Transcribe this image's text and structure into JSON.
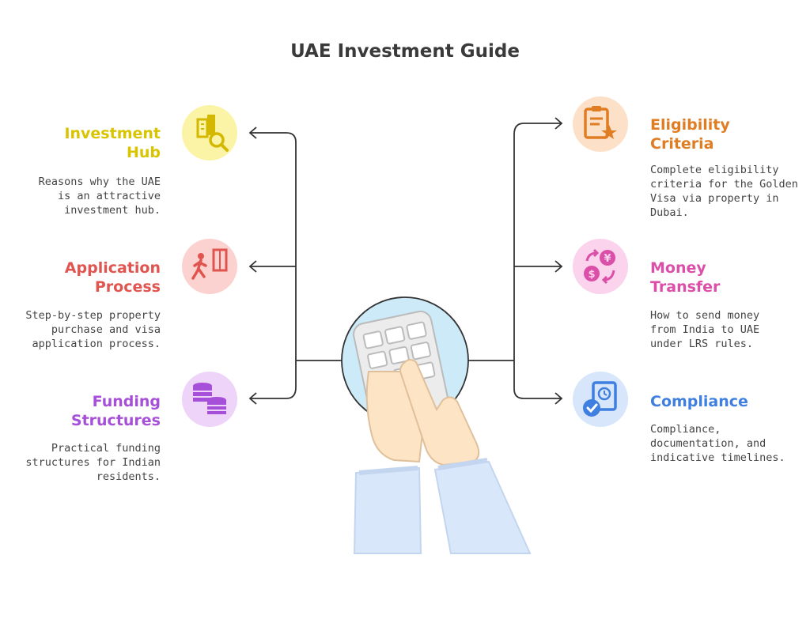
{
  "title": "UAE Investment Guide",
  "items": [
    {
      "heading_line1": "Investment",
      "heading_line2": "Hub",
      "desc_lines": [
        "Reasons why the UAE",
        "is an attractive",
        "investment hub."
      ],
      "color": "#d9c400",
      "icon_bg": "#fbf3a6",
      "icon": "building-search-icon"
    },
    {
      "heading_line1": "Application",
      "heading_line2": "Process",
      "desc_lines": [
        "Step-by-step property",
        "purchase and visa",
        "application process."
      ],
      "color": "#e05550",
      "icon_bg": "#fbd2d0",
      "icon": "walking-person-door-icon"
    },
    {
      "heading_line1": "Funding",
      "heading_line2": "Structures",
      "desc_lines": [
        "Practical funding",
        "structures for Indian",
        "residents."
      ],
      "color": "#a64fd8",
      "icon_bg": "#eed4f8",
      "icon": "coin-stacks-icon"
    },
    {
      "heading_line1": "Eligibility",
      "heading_line2": "Criteria",
      "desc_lines": [
        "Complete eligibility",
        "criteria for the Golden",
        "Visa via property in",
        "Dubai."
      ],
      "color": "#e07c22",
      "icon_bg": "#fde0c8",
      "icon": "clipboard-star-icon"
    },
    {
      "heading_line1": "Money",
      "heading_line2": "Transfer",
      "desc_lines": [
        "How to send money",
        "from India to UAE",
        "under LRS rules."
      ],
      "color": "#dc4fa8",
      "icon_bg": "#fbd3ec",
      "icon": "currency-exchange-icon"
    },
    {
      "heading_line1": "Compliance",
      "heading_line2": "",
      "desc_lines": [
        "Compliance,",
        "documentation, and",
        "indicative timelines."
      ],
      "color": "#3f7fe0",
      "icon_bg": "#d7e6fb",
      "icon": "document-clock-check-icon"
    }
  ],
  "center_icon": "hands-calculator-icon"
}
